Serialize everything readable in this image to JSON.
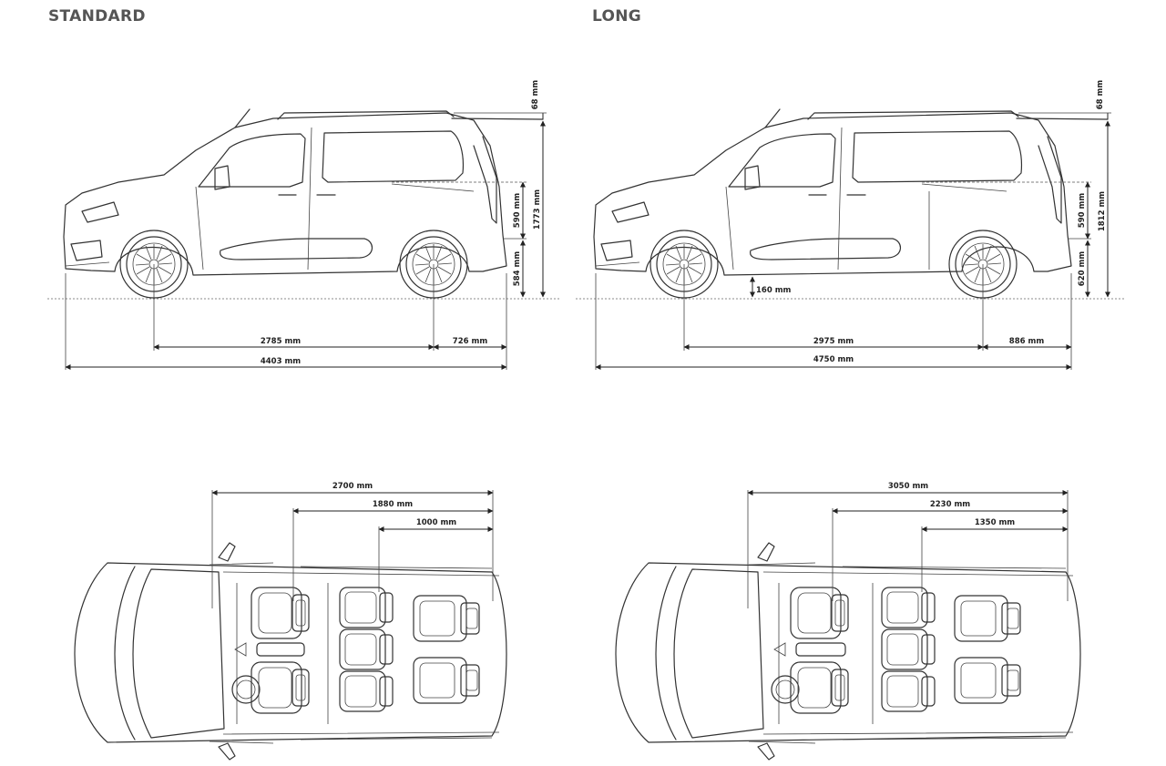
{
  "standard": {
    "title": "STANDARD",
    "side": {
      "roof_rail": "68 mm",
      "total_height": "1773 mm",
      "upper_height": "590 mm",
      "lower_height": "584 mm",
      "wheelbase": "2785 mm",
      "rear_overhang": "726 mm",
      "length": "4403 mm"
    },
    "top": {
      "dim_1": "2700 mm",
      "dim_2": "1880 mm",
      "dim_3": "1000 mm"
    }
  },
  "long": {
    "title": "LONG",
    "side": {
      "roof_rail": "68 mm",
      "total_height": "1812 mm",
      "upper_height": "590 mm",
      "lower_height": "620 mm",
      "ground_clearance": "160 mm",
      "wheelbase": "2975 mm",
      "rear_overhang": "886 mm",
      "length": "4750 mm"
    },
    "top": {
      "dim_1": "3050 mm",
      "dim_2": "2230 mm",
      "dim_3": "1350 mm"
    }
  }
}
